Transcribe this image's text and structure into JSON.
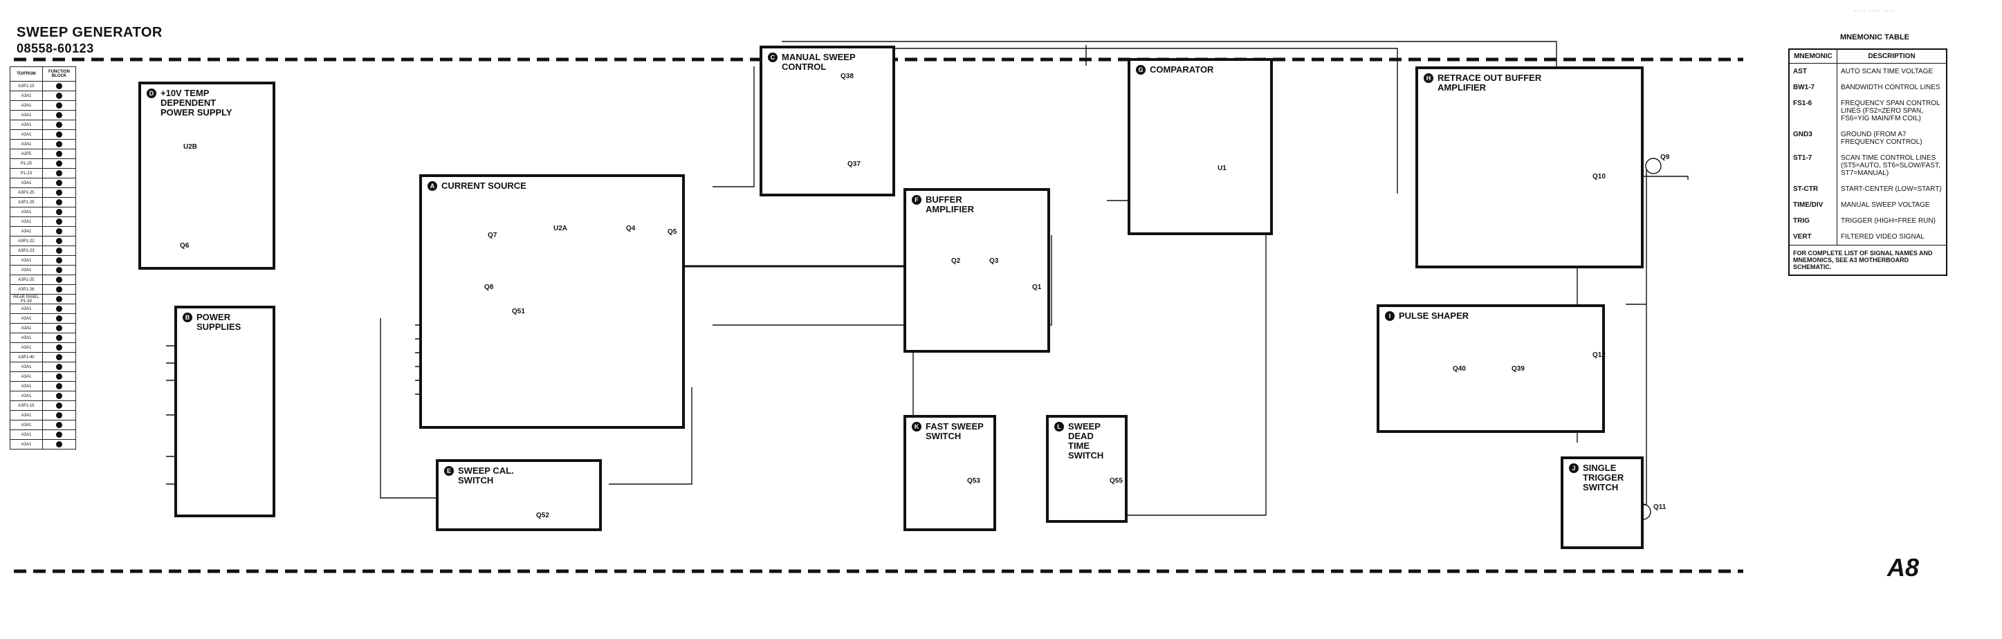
{
  "sheet": {
    "title": "SWEEP GENERATOR",
    "part_number": "08558-60123",
    "page_id": "A8",
    "header_marks": "---- ---- ----"
  },
  "to_from_table": {
    "headers": [
      "TO/FROM",
      "FUNCTION BLOCK"
    ],
    "rows": [
      "A3P1-15",
      "A3A1",
      "A3A1",
      "A3A1",
      "A3A1",
      "A3A1",
      "A3A1",
      "A2P5",
      "P1-25",
      "P1-23",
      "A3A1",
      "A3P1-25",
      "A3P1-25",
      "A3A1",
      "A3A1",
      "A3A1",
      "A3P1-22",
      "A3P1-23",
      "A3A1",
      "A3A1",
      "A3P1-25",
      "A3P1-26",
      "REAR PANEL P1-30",
      "A3A1",
      "A3A1",
      "A3A1",
      "A3A1",
      "A3A1",
      "A3P1-40",
      "A3A1",
      "A3A1",
      "A3A1",
      "A3A1",
      "A3P1-15",
      "A3A1",
      "A3A1",
      "A3A1",
      "A3A1"
    ]
  },
  "blocks": [
    {
      "id": "D",
      "title": "+10V TEMP\nDEPENDENT\nPOWER SUPPLY"
    },
    {
      "id": "B",
      "title": "POWER SUPPLIES"
    },
    {
      "id": "A",
      "title": "CURRENT SOURCE"
    },
    {
      "id": "E",
      "title": "SWEEP CAL.\nSWITCH"
    },
    {
      "id": "C",
      "title": "MANUAL SWEEP\nCONTROL"
    },
    {
      "id": "G",
      "title": "COMPARATOR"
    },
    {
      "id": "F",
      "title": "BUFFER\nAMPLIFIER"
    },
    {
      "id": "H",
      "title": "RETRACE OUT BUFFER\nAMPLIFIER"
    },
    {
      "id": "I",
      "title": "PULSE SHAPER"
    },
    {
      "id": "K",
      "title": "FAST SWEEP\nSWITCH"
    },
    {
      "id": "L",
      "title": "SWEEP DEAD\nTIME SWITCH"
    },
    {
      "id": "J",
      "title": "SINGLE\nTRIGGER\nSWITCH"
    }
  ],
  "components": [
    "U2B",
    "Q6",
    "U2A",
    "Q7",
    "Q8",
    "Q51",
    "Q4",
    "Q5",
    "Q52",
    "Q38",
    "Q37",
    "U1",
    "Q2",
    "Q3",
    "Q1",
    "Q10",
    "Q9",
    "Q40",
    "Q39",
    "Q12",
    "Q53",
    "Q55",
    "Q11"
  ],
  "mnemonic_table": {
    "title": "MNEMONIC TABLE",
    "headers": [
      "MNEMONIC",
      "DESCRIPTION"
    ],
    "rows": [
      {
        "m": "AST",
        "d": "AUTO SCAN TIME VOLTAGE"
      },
      {
        "m": "BW1-7",
        "d": "BANDWIDTH CONTROL LINES"
      },
      {
        "m": "FS1-6",
        "d": "FREQUENCY SPAN CONTROL LINES (FS2=ZERO SPAN, FS6=YIG MAIN/FM COIL)"
      },
      {
        "m": "GND3",
        "d": "GROUND (FROM A7 FREQUENCY CONTROL)"
      },
      {
        "m": "ST1-7",
        "d": "SCAN TIME CONTROL LINES (ST5=AUTO, ST6=SLOW/FAST, ST7=MANUAL)"
      },
      {
        "m": "ST-CTR",
        "d": "START-CENTER (LOW=START)"
      },
      {
        "m": "TIME/DIV",
        "d": "MANUAL SWEEP VOLTAGE"
      },
      {
        "m": "TRIG",
        "d": "TRIGGER (HIGH=FREE RUN)"
      },
      {
        "m": "VERT",
        "d": "FILTERED VIDEO SIGNAL"
      }
    ],
    "footnote": "FOR COMPLETE LIST OF SIGNAL NAMES AND MNEMONICS, SEE A3 MOTHERBOARD SCHEMATIC."
  }
}
